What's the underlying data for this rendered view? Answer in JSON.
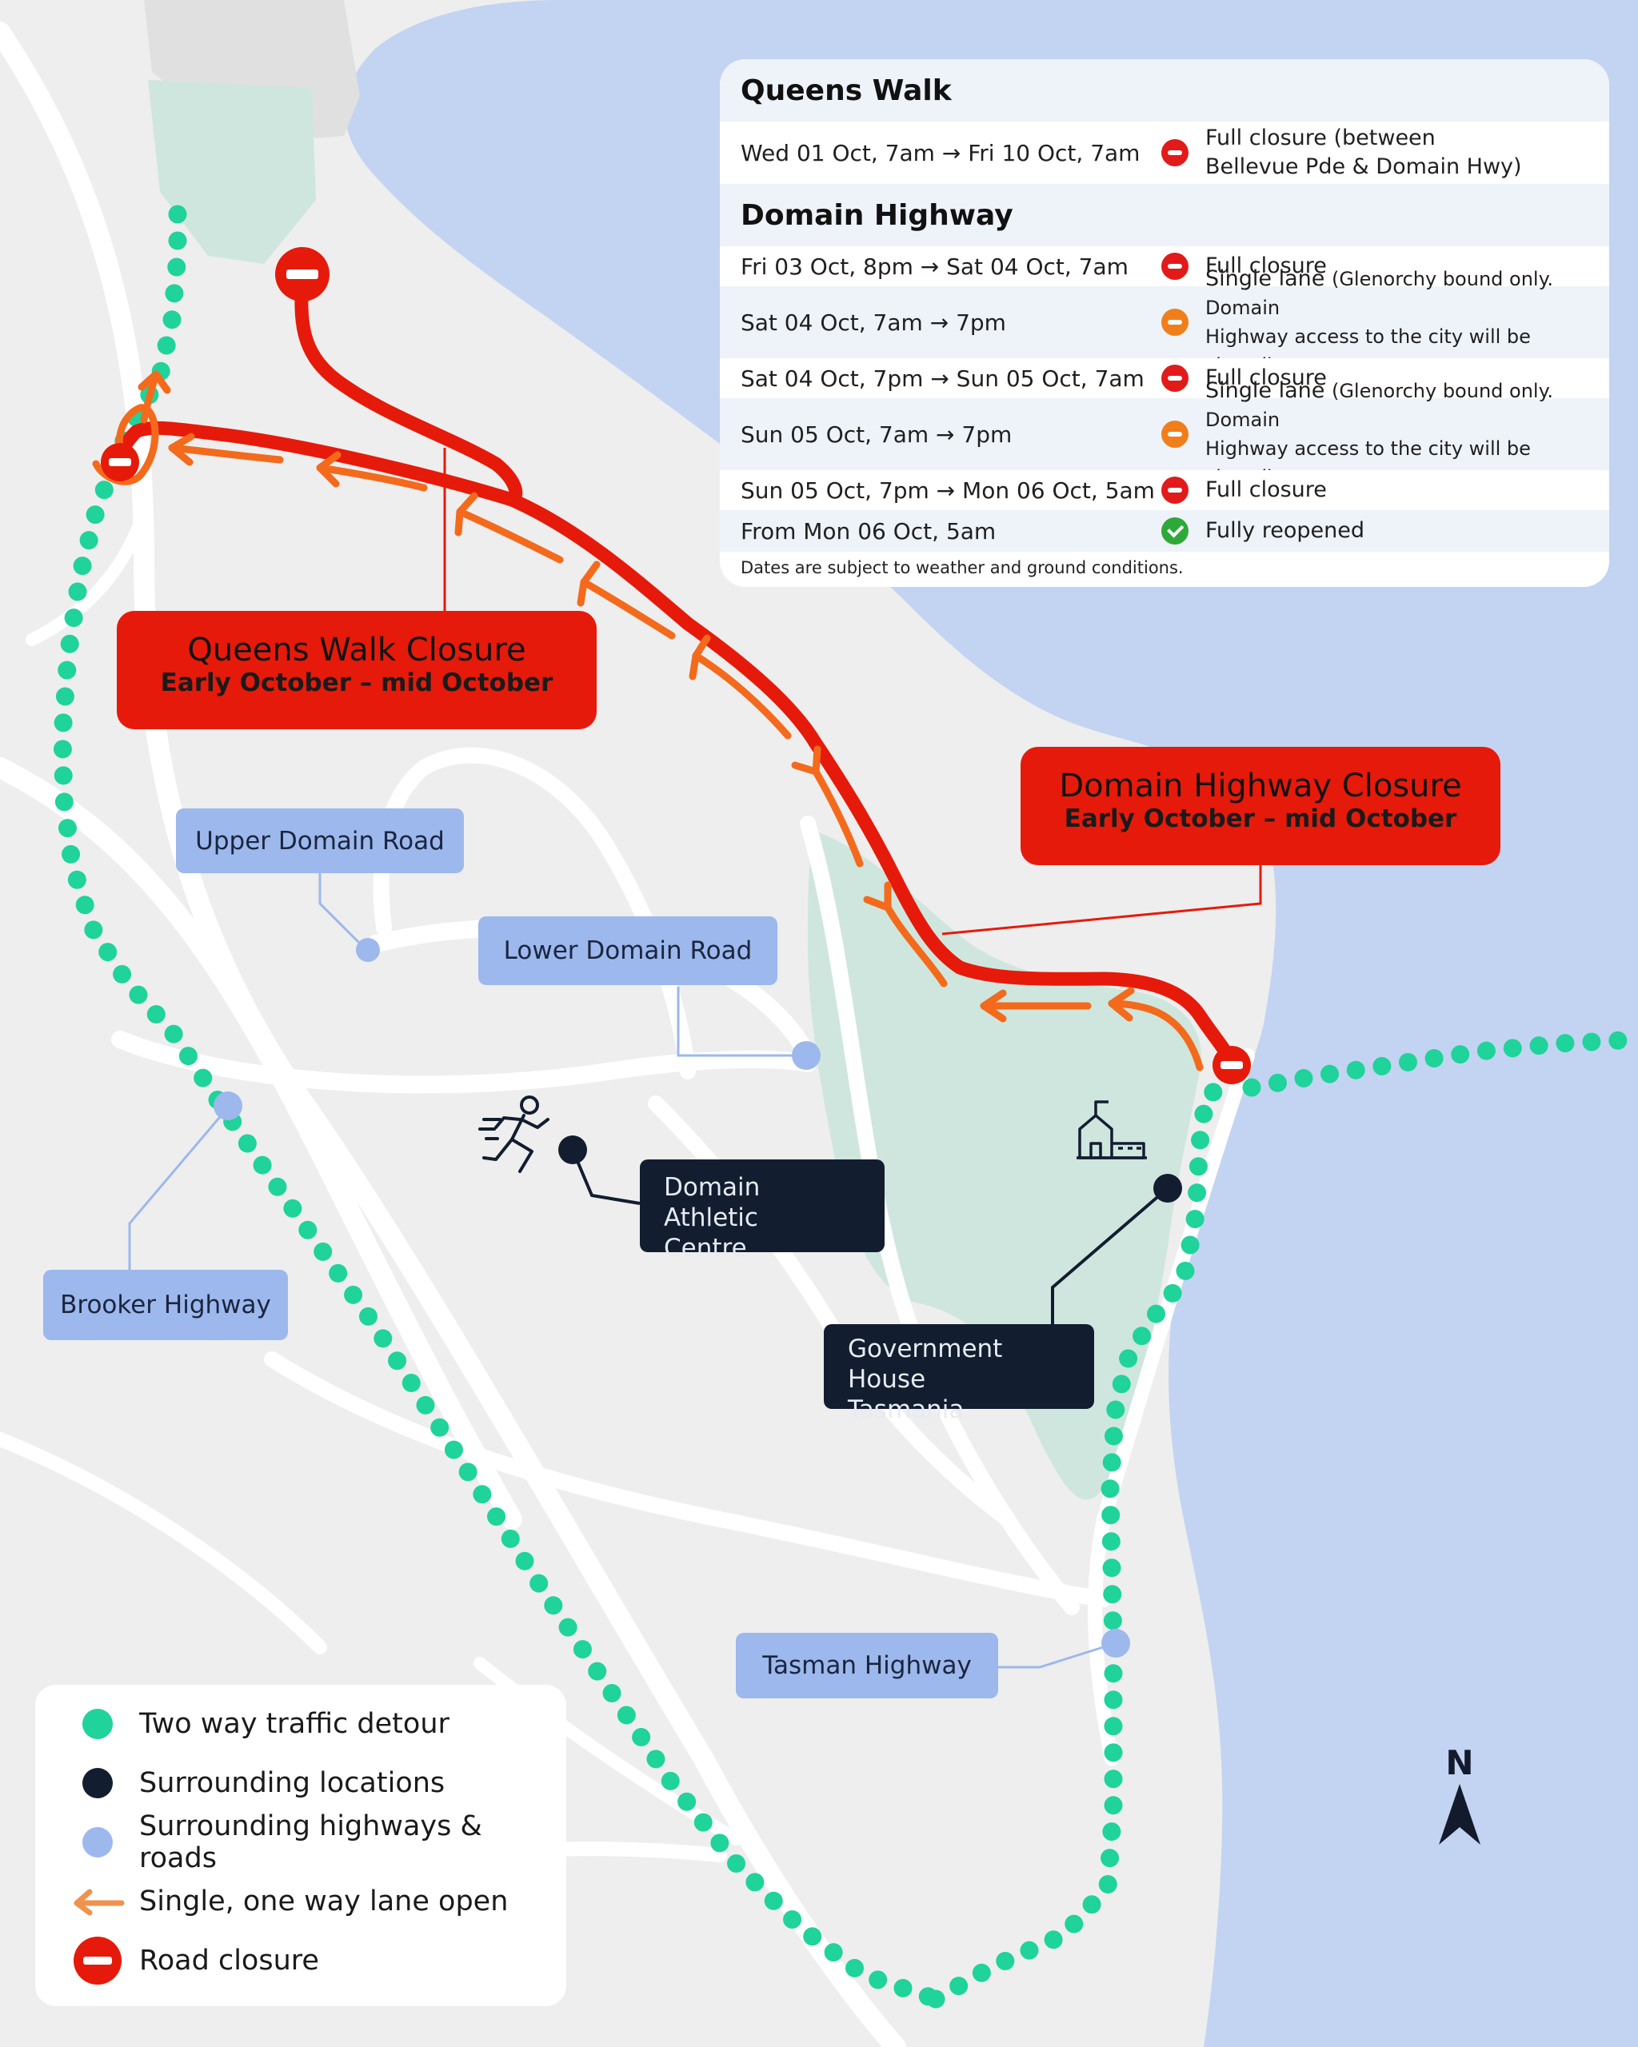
{
  "colors": {
    "water": "#c2d4f1",
    "land": "#eeeeee",
    "park": "#cfe6de",
    "road": "#ffffff",
    "closure_red": "#e61a0a",
    "lane_orange": "#f46a1c",
    "detour_green": "#1fd39a",
    "location_dark": "#131d30",
    "road_blue": "#9cb8ec"
  },
  "schedule": {
    "queens_walk": {
      "heading": "Queens Walk",
      "rows": [
        {
          "date": "Wed 01 Oct, 7am → Fri 10 Oct, 7am",
          "icon": "closure-icon",
          "status": "Full closure (between",
          "status2": "Bellevue Pde & Domain Hwy)"
        }
      ]
    },
    "domain_highway": {
      "heading": "Domain Highway",
      "rows": [
        {
          "date": "Fri 03 Oct, 8pm → Sat 04 Oct, 7am",
          "icon": "closure-icon",
          "status": "Full closure"
        },
        {
          "date": "Sat 04 Oct, 7am → 7pm",
          "icon": "single-lane-icon",
          "status": "Single lane",
          "note": "(Glenorchy bound only. Domain",
          "note2": "Highway access to the city will be closed)"
        },
        {
          "date": "Sat 04 Oct, 7pm → Sun 05 Oct, 7am",
          "icon": "closure-icon",
          "status": "Full closure"
        },
        {
          "date": "Sun 05 Oct, 7am → 7pm",
          "icon": "single-lane-icon",
          "status": "Single lane",
          "note": "(Glenorchy bound only. Domain",
          "note2": "Highway access to the city will be closed)"
        },
        {
          "date": "Sun 05 Oct, 7pm → Mon 06 Oct, 5am",
          "icon": "closure-icon",
          "status": "Full closure"
        },
        {
          "date": "From Mon 06 Oct, 5am",
          "icon": "check-icon",
          "status": "Fully reopened"
        }
      ]
    },
    "footnote": "Dates are subject to weather and ground conditions."
  },
  "callouts": {
    "queens_walk": {
      "title": "Queens Walk Closure",
      "subtitle": "Early October – mid October"
    },
    "domain_highway": {
      "title": "Domain Highway Closure",
      "subtitle": "Early October – mid October"
    }
  },
  "roads": {
    "upper_domain": "Upper Domain Road",
    "lower_domain": "Lower Domain Road",
    "brooker": "Brooker Highway",
    "tasman": "Tasman Highway"
  },
  "locations": {
    "athletic_line1": "Domain Athletic",
    "athletic_line2": "Centre",
    "athletic_icon": "runner-icon",
    "gov_line1": "Government House",
    "gov_line2": "Tasmania",
    "gov_icon": "building-icon"
  },
  "legend": {
    "detour": "Two way traffic detour",
    "locations": "Surrounding locations",
    "highways": "Surrounding highways & roads",
    "single_lane": "Single, one way lane open",
    "closure": "Road closure"
  },
  "compass": {
    "label": "N",
    "icon": "north-arrow-icon"
  }
}
